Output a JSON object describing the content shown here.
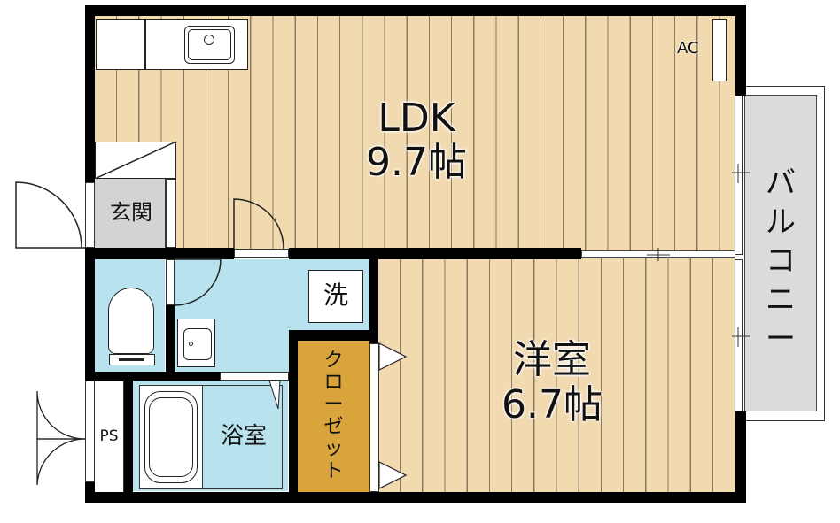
{
  "plan": {
    "rooms": {
      "ldk": {
        "name": "LDK",
        "size": "9.7帖"
      },
      "western_room": {
        "name": "洋室",
        "size": "6.7帖"
      },
      "entrance": {
        "name": "玄関"
      },
      "bathroom": {
        "name": "浴室"
      },
      "washer": {
        "name": "洗"
      },
      "closet": {
        "name": "クローゼット"
      },
      "balcony": {
        "name": "バルコニー"
      },
      "pipe_space": {
        "name": "PS"
      }
    },
    "fixtures": {
      "air_conditioner": "AC"
    },
    "colors": {
      "wood_floor": "#f1d9b0",
      "wet_area": "#b8e2ee",
      "closet": "#d9a43b",
      "balcony": "#dcdcdc",
      "entrance": "#d3d3d3",
      "wall": "#000000"
    }
  }
}
